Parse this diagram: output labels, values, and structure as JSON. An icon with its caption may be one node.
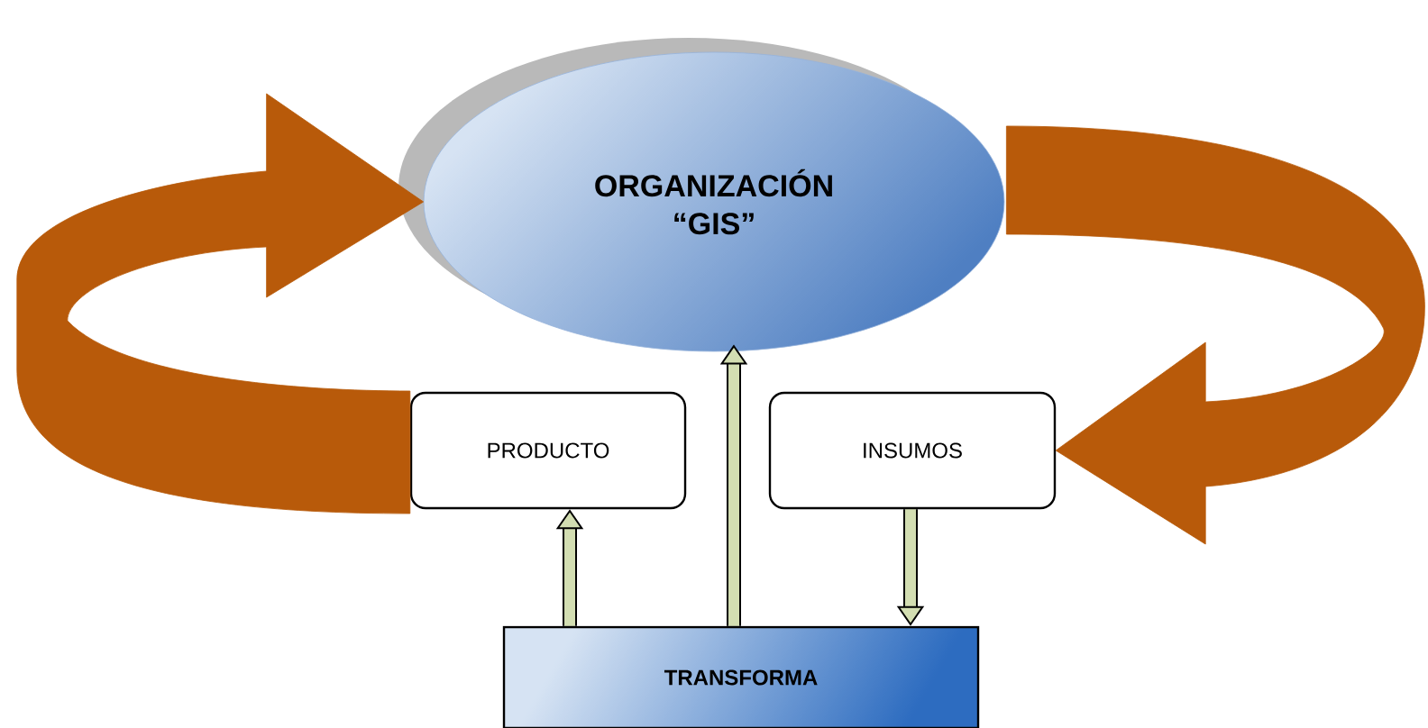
{
  "diagram": {
    "nodes": [
      {
        "text": [
          "ORGANIZACIÓN “GIS”"
        ]
      },
      {
        "text": [
          "PRODUCTO"
        ]
      },
      {
        "text": [
          "INSUMOS"
        ]
      },
      {
        "text": [
          "TRANSFORMA"
        ]
      }
    ],
    "edges": [
      {
        "from": 3,
        "to": 1,
        "arrow": "to"
      },
      {
        "from": 3,
        "to": 0,
        "arrow": "to"
      },
      {
        "from": 2,
        "to": 3,
        "arrow": "to"
      },
      {
        "from": 1,
        "to": 0,
        "arrow": "to",
        "style": "thick",
        "color": "#b85a0a"
      },
      {
        "from": 0,
        "to": 2,
        "arrow": "to",
        "style": "thick",
        "color": "#b85a0a"
      }
    ]
  }
}
